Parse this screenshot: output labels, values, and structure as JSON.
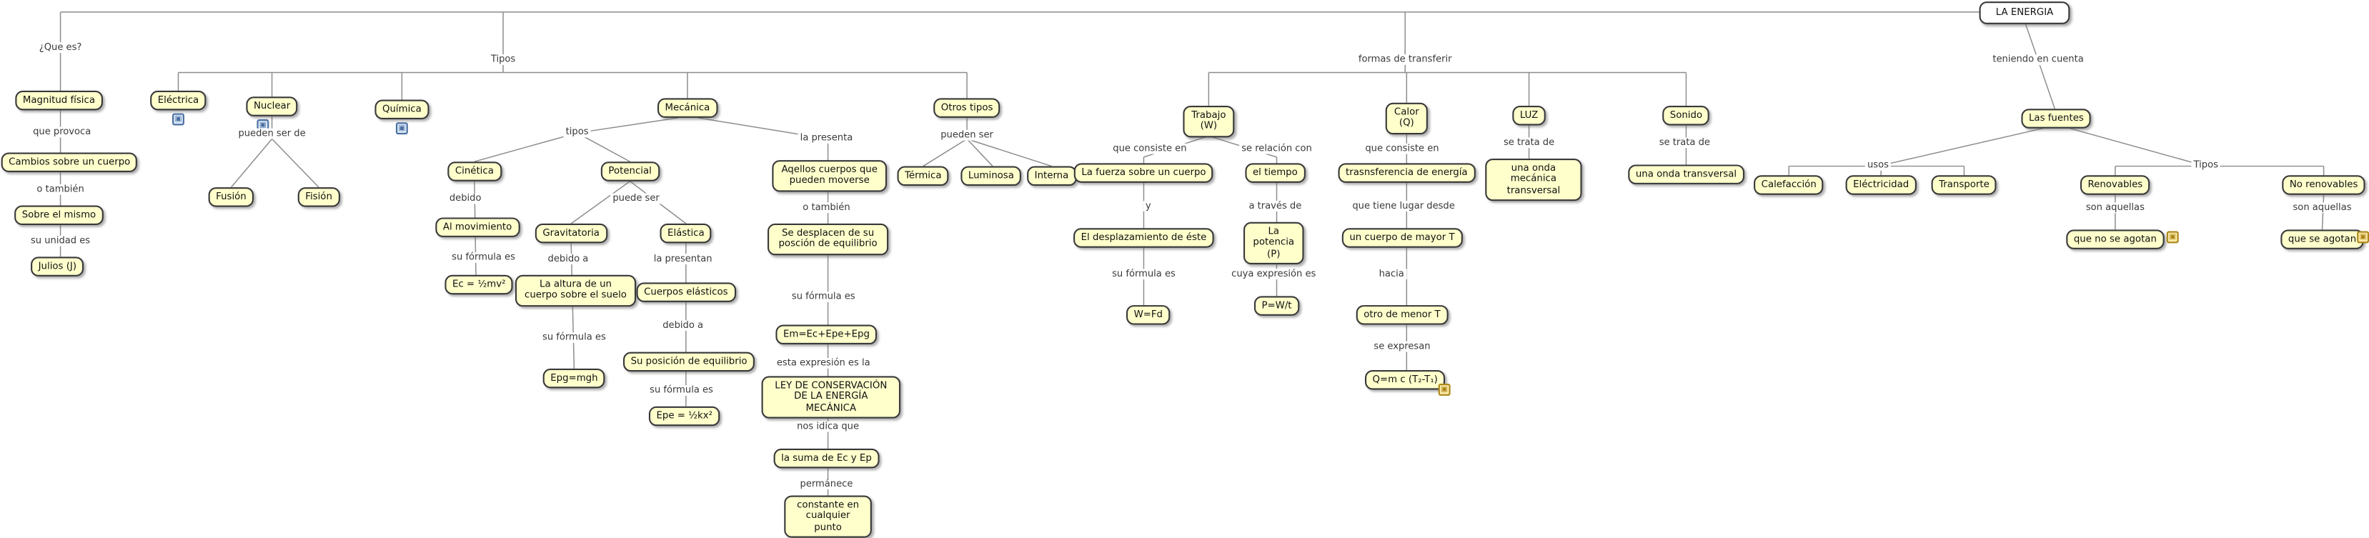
{
  "root": {
    "label": "LA ENERGIA"
  },
  "colors": {
    "concept_fill": "#ffffcc",
    "concept_border": "#39393b",
    "root_fill": "#ffffff",
    "line": "#8c8c8c",
    "resource_blue": "#4a6fa0",
    "resource_yellow": "#ac8718"
  },
  "icons": {
    "resource_glyph": "▣"
  },
  "def": {
    "que_es": "¿Que es?",
    "magnitud": "Magnitud física",
    "que_provoca": "que provoca",
    "cambios": "Cambios sobre un cuerpo",
    "o_tambien": "o también",
    "sobre_el_mismo": "Sobre el mismo",
    "su_unidad_es": "su unidad es",
    "julios": "Julios (J)"
  },
  "tipos": {
    "label": "Tipos",
    "electrica": "Eléctrica",
    "nuclear": "Nuclear",
    "pueden_ser_de": "pueden ser de",
    "fusion": "Fusión",
    "fision": "Fisión",
    "quimica": "Química",
    "mecanica": "Mecánica",
    "otros_tipos": "Otros tipos"
  },
  "mec": {
    "tipos": "tipos",
    "cinetica": "Cinética",
    "debido": "debido",
    "al_movimiento": "Al movimiento",
    "su_formula_es_1": "su fórmula es",
    "formula_ec": "Ec = ½mv²",
    "potencial": "Potencial",
    "puede_ser": "puede ser",
    "gravitatoria": "Gravitatoria",
    "debido_a_1": "debido a",
    "la_altura": "La altura de un cuerpo sobre el suelo",
    "su_formula_es_2": "su fórmula es",
    "formula_epg": "Epg=mgh",
    "elastica": "Elástica",
    "la_presentan": "la presentan",
    "cuerpos_elasticos": "Cuerpos elásticos",
    "debido_a_2": "debido a",
    "su_posicion": "Su posición de equilibrio",
    "su_formula_es_3": "su fórmula es",
    "formula_epe": "Epe = ½kx²",
    "la_presenta": "la presenta",
    "aquellos": "Aqellos cuerpos que pueden moverse",
    "o_tambien": "o también",
    "se_desplacen": "Se desplacen de su posción de equilibrio",
    "su_formula_es_4": "su fórmula es",
    "formula_em": "Em=Ec+Epe+Epg",
    "esta_expresion": "esta expresión es la",
    "ley": "LEY DE CONSERVACIÓN DE LA ENERGÍA MECÁNICA",
    "nos_indica": "nos idica que",
    "la_suma": "la suma de Ec y Ep",
    "permanece": "permánece",
    "constante": "constante en cualquier punto"
  },
  "otros": {
    "pueden_ser": "pueden ser",
    "termica": "Térmica",
    "luminosa": "Luminosa",
    "interna": "Interna"
  },
  "trans": {
    "label": "formas de transferir",
    "trabajo": "Trabajo (W)",
    "que_consiste_en_w": "que consiste en",
    "la_fuerza": "La fuerza sobre un cuerpo",
    "y": "y",
    "el_desplazamiento": "El desplazamiento de éste",
    "su_formula_es": "su fórmula es",
    "formula_w": "W=Fd",
    "se_relacion": "se relación con",
    "el_tiempo": "el tiempo",
    "a_traves_de": "a través de",
    "la_potencia": "La potencia (P)",
    "cuya_expresion": "cuya expresión es",
    "formula_p": "P=W/t",
    "calor": "Calor (Q)",
    "que_consiste_en_q": "que consiste en",
    "transferencia": "trasnsferencia de energía",
    "que_tiene_lugar": "que tiene lugar desde",
    "cuerpo_mayor": "un cuerpo de mayor T",
    "hacia": "hacia",
    "otro_menor": "otro de menor T",
    "se_expresan": "se expresan",
    "formula_q": "Q=m c (T₂-T₁)",
    "luz": "LUZ",
    "se_trata_de_luz": "se trata de",
    "onda_mecanica": "una onda mecánica transversal",
    "sonido": "Sonido",
    "se_trata_de_sonido": "se trata de",
    "onda_transversal": "una onda transversal"
  },
  "fuentes": {
    "teniendo": "teniendo en cuenta",
    "las_fuentes": "Las fuentes",
    "usos": "usos",
    "calefaccion": "Calefacción",
    "electricidad": "Eléctricidad",
    "transporte": "Transporte",
    "tipos": "Tipos",
    "renovables": "Renovables",
    "son_aquellas_1": "son aquellas",
    "que_no_se_agotan": "que no se agotan",
    "no_renovables": "No renovables",
    "son_aquellas_2": "son aquellas",
    "que_se_agotan": "que se agotan"
  }
}
